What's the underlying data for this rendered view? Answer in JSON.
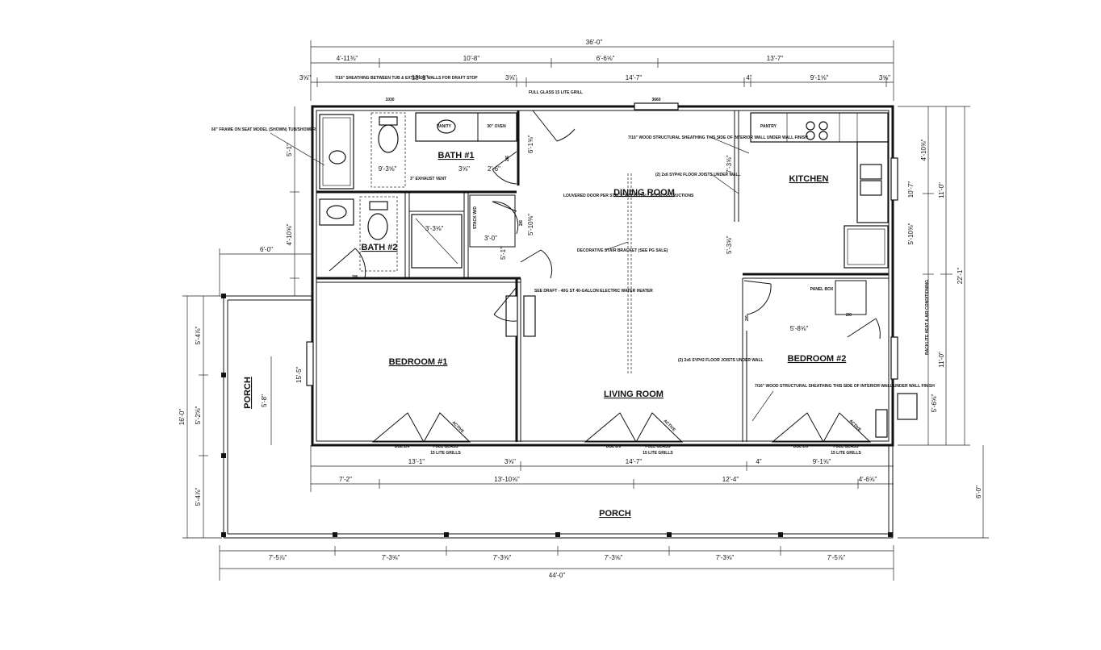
{
  "rooms": {
    "bath1": "BATH #1",
    "bath2": "BATH #2",
    "dining": "DINING ROOM",
    "kitchen": "KITCHEN",
    "bedroom1": "BEDROOM #1",
    "living": "LIVING ROOM",
    "bedroom2": "BEDROOM #2",
    "porch_left": "PORCH",
    "porch_bottom": "PORCH",
    "stack": "STACK W/D",
    "panel_box": "PANEL BOX",
    "pantry": "PANTRY"
  },
  "dims": {
    "overall_top": "36'-0\"",
    "top_1": "4'-11⅜\"",
    "top_2": "10'-8\"",
    "top_3": "6'-6⅝\"",
    "top_4": "13'-7\"",
    "row2_1": "13'-1\"",
    "row2_2": "14'-7\"",
    "row2_3": "9'-1⅝\"",
    "t_3_5a": "3⅝\"",
    "t_3_5b": "3⅝\"",
    "t_4": "4\"",
    "t_3_5c": "3⅝\"",
    "bot_1": "13'-1\"",
    "bot_2": "14'-7\"",
    "bot_3": "9'-1⅝\"",
    "bot_35": "3⅝\"",
    "bot_4": "4\"",
    "bot2_1": "7'-2\"",
    "bot2_2": "13'-10⅝\"",
    "bot2_3": "12'-4\"",
    "bot2_4": "4'-6⅝\"",
    "porch_1": "7'-5⅞\"",
    "porch_2": "7'-3⅝\"",
    "porch_3": "7'-3⅝\"",
    "porch_4": "7'-3⅝\"",
    "porch_5": "7'-3⅝\"",
    "porch_6": "7'-5⅞\"",
    "overall_bottom": "44'-0\"",
    "right_overall": "22'-1\"",
    "right_1": "11'-0\"",
    "right_2": "11'-0\"",
    "right_3": "4'-10⅝\"",
    "right_4": "10'-7\"",
    "right_5": "5'-10⅝\"",
    "right_6": "5'-6⅝\"",
    "right_porch": "6'-0\"",
    "left_overall": "16'-0\"",
    "left_1": "5'-4⅞\"",
    "left_2": "5'-2⅝\"",
    "left_3": "5'-4⅞\"",
    "left_6": "6'-0\"",
    "left_a": "5'-1\"",
    "left_b": "4'-10⅝\"",
    "br1_h": "15'-5\"",
    "porch_w": "5'-8\"",
    "bath1_w": "9'-3⅝\"",
    "small_1": "3'-3⅝\"",
    "small_2": "3'-0\"",
    "br2_w": "5'-8⅝\"",
    "kit_1": "7'-3⅝\"",
    "kit_2": "5'-3⅝\"",
    "dim_2_6": "2'-6\"",
    "dim_5_1": "5'-1\"",
    "dim_6_1": "6'-1⅝\"",
    "dim_5_10": "5'-10⅝\"",
    "dim_3_5": "3⅝\"",
    "dim_5_1b": "5'-1\""
  },
  "notes": {
    "sheathing_top": "7/16\" SHEATHING BETWEEN TUB & EXTERIOR WALLS FOR DRAFT STOP",
    "tub_seat": "60\" FRAME ON SEAT MODEL (SHOWN) TUB/SHOWER",
    "full_glass_top": "FULL GLASS 15 LITE GRILL",
    "wood_struct_1": "7/16\" WOOD STRUCTURAL SHEATHING THIS SIDE OF INTERIOR WALL UNDER WALL FINISH",
    "floor_joists_1": "(2) 2x6 SYP#2 FLOOR JOISTS UNDER WALL",
    "louvered": "LOUVERED DOOR PER STACK W/D INSTALLATION INSTRUCTIONS",
    "exhaust": "3\" EXHAUST VENT",
    "stair_bracket": "DECORATIVE STAIR BRACKET (SEE PG SALE)",
    "water_heater": "SEE DRAFT - 40G ST 40-GALLON ELECTRIC WATER HEATER",
    "floor_joists_2": "(2) 2x6 SYP#2 FLOOR JOISTS UNDER WALL",
    "wood_struct_2": "7/16\" WOOD STRUCTURAL SHEATHING THIS SIDE OF INTERIOR WALL UNDER WALL FINISH",
    "heat_pump": "BACKLITE HEAT & AIR CONDITIONING",
    "dbl": "DBL 2/0",
    "active": "ACTIVE",
    "full_glass": "FULL GLASS",
    "lite_grills": "15 LITE GRILLS",
    "win_3660": "3660",
    "win_1030": "1030",
    "door_26": "2/6",
    "door_28": "2/8",
    "door_20": "2/0",
    "oven": "30\" OVEN"
  }
}
